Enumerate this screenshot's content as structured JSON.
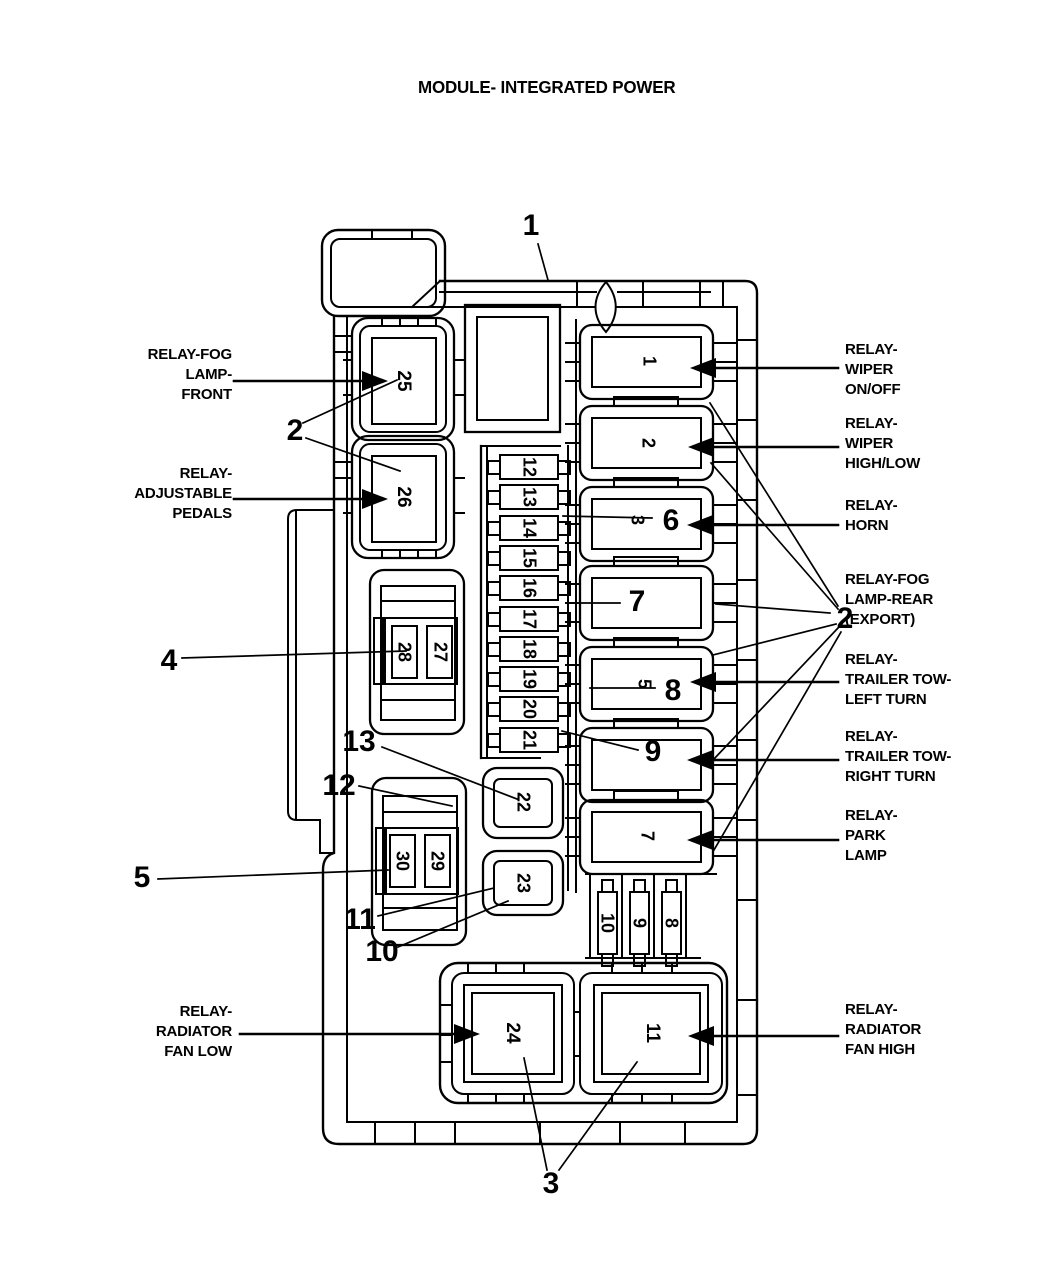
{
  "title": "MODULE- INTEGRATED POWER",
  "left_labels": [
    {
      "name": "relay-fog-lamp-front",
      "lines": [
        "RELAY-FOG",
        "LAMP-",
        "FRONT"
      ]
    },
    {
      "name": "relay-adjustable-pedals",
      "lines": [
        "RELAY-",
        "ADJUSTABLE",
        "PEDALS"
      ]
    },
    {
      "name": "relay-radiator-fan-low",
      "lines": [
        "RELAY-",
        "RADIATOR",
        "FAN LOW"
      ]
    }
  ],
  "right_labels": [
    {
      "name": "relay-wiper-on-off",
      "lines": [
        "RELAY-",
        "WIPER",
        "ON/OFF"
      ]
    },
    {
      "name": "relay-wiper-high-low",
      "lines": [
        "RELAY-",
        "WIPER",
        "HIGH/LOW"
      ]
    },
    {
      "name": "relay-horn",
      "lines": [
        "RELAY-",
        "HORN",
        ""
      ]
    },
    {
      "name": "relay-fog-lamp-rear-export",
      "lines": [
        "RELAY-FOG",
        "LAMP-REAR",
        "(EXPORT)"
      ]
    },
    {
      "name": "relay-trailer-tow-left-turn",
      "lines": [
        "RELAY-",
        "TRAILER TOW-",
        "LEFT TURN"
      ]
    },
    {
      "name": "relay-trailer-tow-right-turn",
      "lines": [
        "RELAY-",
        "TRAILER TOW-",
        "RIGHT TURN"
      ]
    },
    {
      "name": "relay-park-lamp",
      "lines": [
        "RELAY-",
        "PARK",
        "LAMP"
      ]
    },
    {
      "name": "relay-radiator-fan-high",
      "lines": [
        "RELAY-",
        "RADIATOR",
        "FAN HIGH"
      ]
    }
  ],
  "callouts": {
    "c1": "1",
    "c2a": "2",
    "c2b": "2",
    "c3": "3",
    "c4": "4",
    "c5": "5",
    "c6": "6",
    "c7": "7",
    "c8": "8",
    "c9": "9",
    "c10": "10",
    "c11": "11",
    "c12": "12",
    "c13": "13"
  },
  "slots": {
    "r1": "1",
    "r2": "2",
    "r3": "3",
    "r5": "5",
    "r7": "7",
    "f12": "12",
    "f13": "13",
    "f14": "14",
    "f15": "15",
    "f16": "16",
    "f17": "17",
    "f18": "18",
    "f19": "19",
    "f20": "20",
    "f21": "21",
    "f22": "22",
    "f23": "23",
    "f27": "27",
    "f28": "28",
    "f29": "29",
    "f30": "30",
    "f8": "8",
    "f9": "9",
    "f10": "10",
    "r24": "24",
    "r11": "11",
    "r25": "25",
    "r26": "26"
  },
  "line_color": "#000000",
  "background_color": "#ffffff"
}
